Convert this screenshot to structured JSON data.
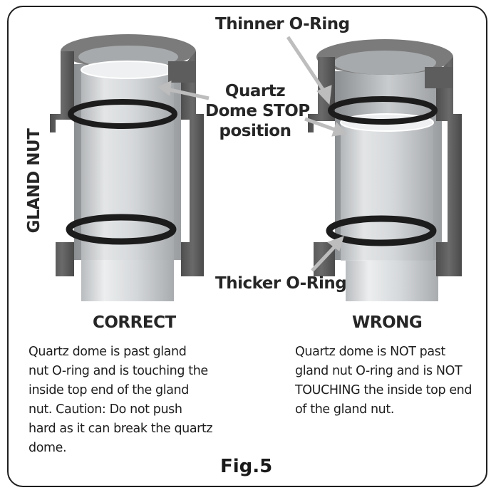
{
  "side_label": "GLAND NUT",
  "callouts": {
    "thinner_oring": "Thinner O-Ring",
    "quartz_stop_line1": "Quartz",
    "quartz_stop_line2": "Dome STOP",
    "quartz_stop_line3": "position",
    "thicker_oring": "Thicker O-Ring"
  },
  "correct": {
    "title": "CORRECT",
    "lines": [
      "Quartz dome is past gland",
      "nut O-ring and is touching the",
      "inside top end of the gland",
      "nut. Caution: Do not push",
      "hard as it can break the quartz",
      "dome."
    ]
  },
  "wrong": {
    "title": "WRONG",
    "lines": [
      "Quartz dome is NOT past",
      "gland nut O-ring and is NOT",
      "TOUCHING the inside top end",
      "of the gland nut."
    ]
  },
  "figure_label": "Fig.5",
  "colors": {
    "nut_dark": "#5a5a5a",
    "nut_light": "#8a8a8a",
    "oring": "#1c1c1c",
    "quartz": "#d9dcdf",
    "arrow": "#bfbfbf"
  }
}
